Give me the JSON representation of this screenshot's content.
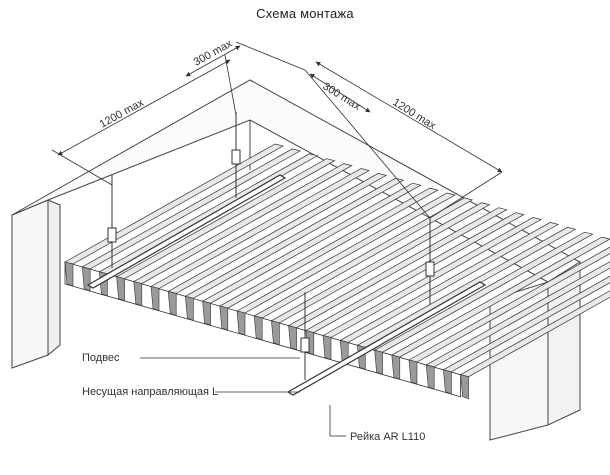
{
  "title": "Схема монтажа",
  "dimensions": {
    "left_spacing": "1200 max",
    "top_offset_1": "300 max",
    "top_offset_2": "300 max",
    "right_spacing": "1200 max"
  },
  "labels": {
    "hanger": "Подвес",
    "carrier": "Несущая направляющая L",
    "panel": "Рейка AR L110"
  },
  "colors": {
    "line": "#333333",
    "slat_top": "#e8e8e8",
    "slat_side": "#9a9a9a",
    "wall": "#f7f7f7"
  }
}
